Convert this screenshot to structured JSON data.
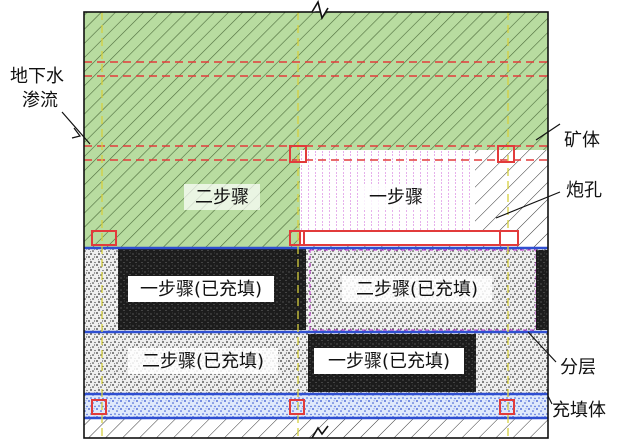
{
  "labels": {
    "groundwater": [
      "地下水",
      "渗流"
    ],
    "ore_body": "矿体",
    "blast_hole": "炮孔",
    "layer": "分层",
    "fill_body": "充填体",
    "stope_step2": "二步骤",
    "stope_step1": "一步骤",
    "filled_step1_upper": "一步骤(已充填)",
    "filled_step2_upper": "二步骤(已充填)",
    "filled_step2_lower": "二步骤(已充填)",
    "filled_step1_lower": "一步骤(已充填)"
  },
  "colors": {
    "ore_green": "#b8dca0",
    "hatch": "#3a3a3a",
    "red_dashed": "#e23b3b",
    "red_box": "#e23b3b",
    "blue_line": "#2f4fd1",
    "yellow_dashed": "#d6cf3e",
    "magenta_dashed": "#c23ad0",
    "fill_blue": "#6f9be6",
    "fill_dark": "#1a1a1a"
  }
}
